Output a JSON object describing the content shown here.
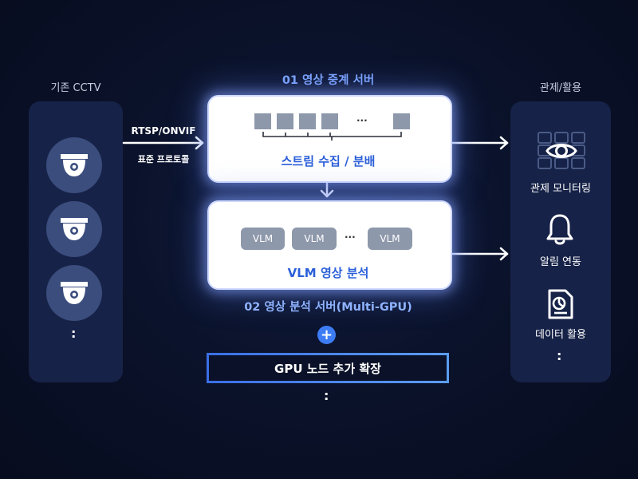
{
  "left_title": "기존 CCTV",
  "right_title": "관제/활용",
  "server1": {
    "title": "01 영상 중계 서버",
    "inner_label": "스트림 수집 / 분배",
    "ellipsis": "···"
  },
  "server2": {
    "inner_label": "VLM 영상 분석",
    "caption": "02 영상 분석 서버(Multi-GPU)",
    "vlm_chips": [
      "VLM",
      "VLM",
      "VLM"
    ],
    "ellipsis": "···"
  },
  "protocol": {
    "line1": "RTSP/ONVIF",
    "line2": "표준 프로토콜"
  },
  "gpu_expand": "GPU 노드 추가 확장",
  "plus_symbol": "+",
  "dots": ":",
  "outputs": [
    "관제 모니터링",
    "알림 연동",
    "데이터 활용"
  ],
  "colors": {
    "accent_blue": "#2b5fd9",
    "caption_blue": "#8fb3ff",
    "panel": "#162247",
    "background": "#0a1128"
  },
  "icons": [
    "camera-icon",
    "eye-monitor-icon",
    "bell-icon",
    "report-icon"
  ]
}
